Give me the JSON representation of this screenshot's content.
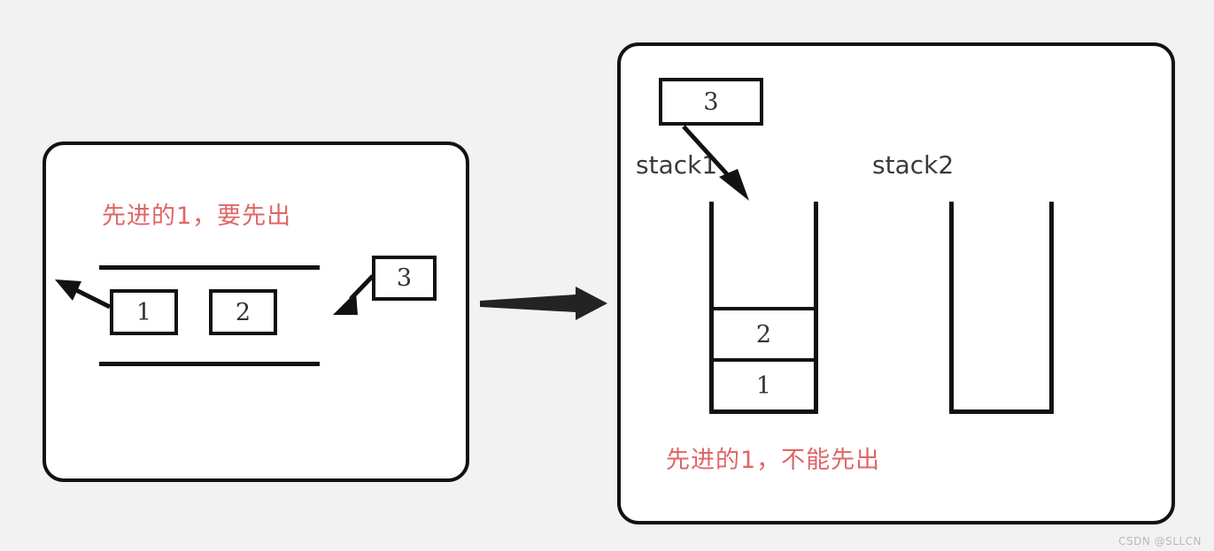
{
  "page": {
    "background_color": "#f2f2f2",
    "watermark": "CSDN @SLLCN"
  },
  "colors": {
    "stroke": "#121212",
    "panel_fill": "#ffffff",
    "note_red": "#e06666",
    "digit": "#333333",
    "label": "#3a3a3a"
  },
  "queue_panel": {
    "note": "先进的1，要先出",
    "items": [
      {
        "value": "1"
      },
      {
        "value": "2"
      }
    ],
    "incoming": {
      "value": "3"
    },
    "arrows": {
      "dequeue": "arrow-out-left",
      "enqueue": "arrow-in-right"
    }
  },
  "stack_panel": {
    "stack1": {
      "label": "stack1",
      "cells": [
        {
          "value": "2"
        },
        {
          "value": "1"
        }
      ]
    },
    "stack2": {
      "label": "stack2",
      "cells": []
    },
    "incoming": {
      "value": "3"
    },
    "note": "先进的1，不能先出",
    "arrows": {
      "push": "arrow-push-stack1"
    }
  },
  "transform_arrow": {
    "name": "queue-to-stacks-arrow",
    "direction": "right"
  }
}
